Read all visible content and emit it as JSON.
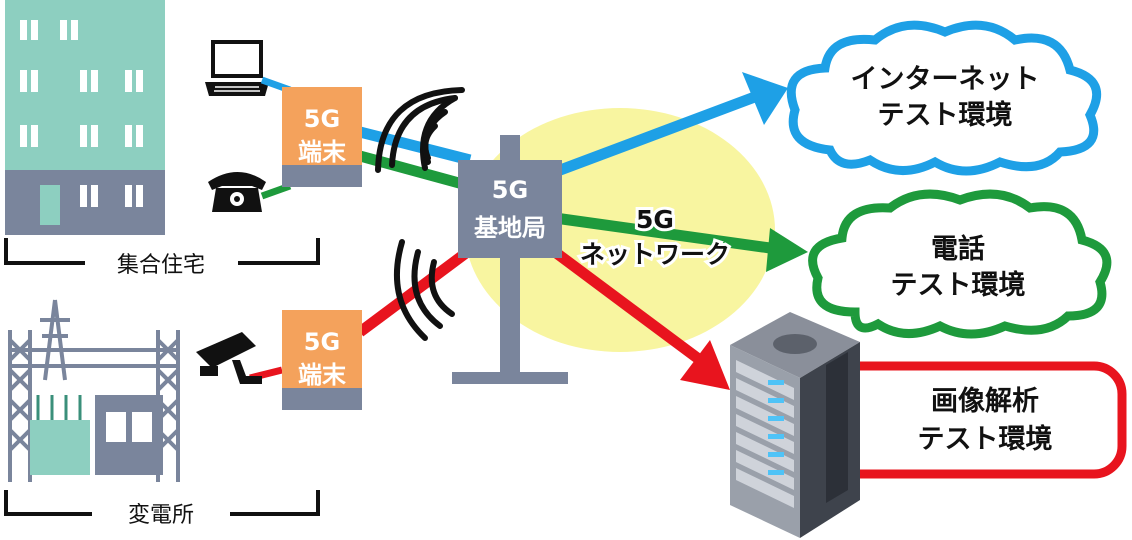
{
  "groups": {
    "apartment": "集合住宅",
    "substation": "変電所"
  },
  "terminal_top": {
    "line1": "5G",
    "line2": "端末"
  },
  "terminal_bottom": {
    "line1": "5G",
    "line2": "端末"
  },
  "base_station": {
    "line1": "5G",
    "line2": "基地局"
  },
  "network": {
    "line1": "5G",
    "line2": "ネットワーク"
  },
  "clouds": {
    "internet": {
      "line1": "インターネット",
      "line2": "テスト環境"
    },
    "phone": {
      "line1": "電話",
      "line2": "テスト環境"
    }
  },
  "image_analysis": {
    "line1": "画像解析",
    "line2": "テスト環境"
  },
  "colors": {
    "internet_line": "#1ea0e6",
    "phone_line": "#1e9a3c",
    "image_line": "#e8141e",
    "terminal_box": "#f4a25c",
    "terminal_base": "#7a859c",
    "station": "#7a859c",
    "coverage": "#f8f5a0",
    "building": "#8dcfc0"
  },
  "icons": [
    "laptop-icon",
    "telephone-icon",
    "security-camera-icon",
    "server-rack-icon",
    "building-icon",
    "substation-icon",
    "signal-wave-icon"
  ]
}
